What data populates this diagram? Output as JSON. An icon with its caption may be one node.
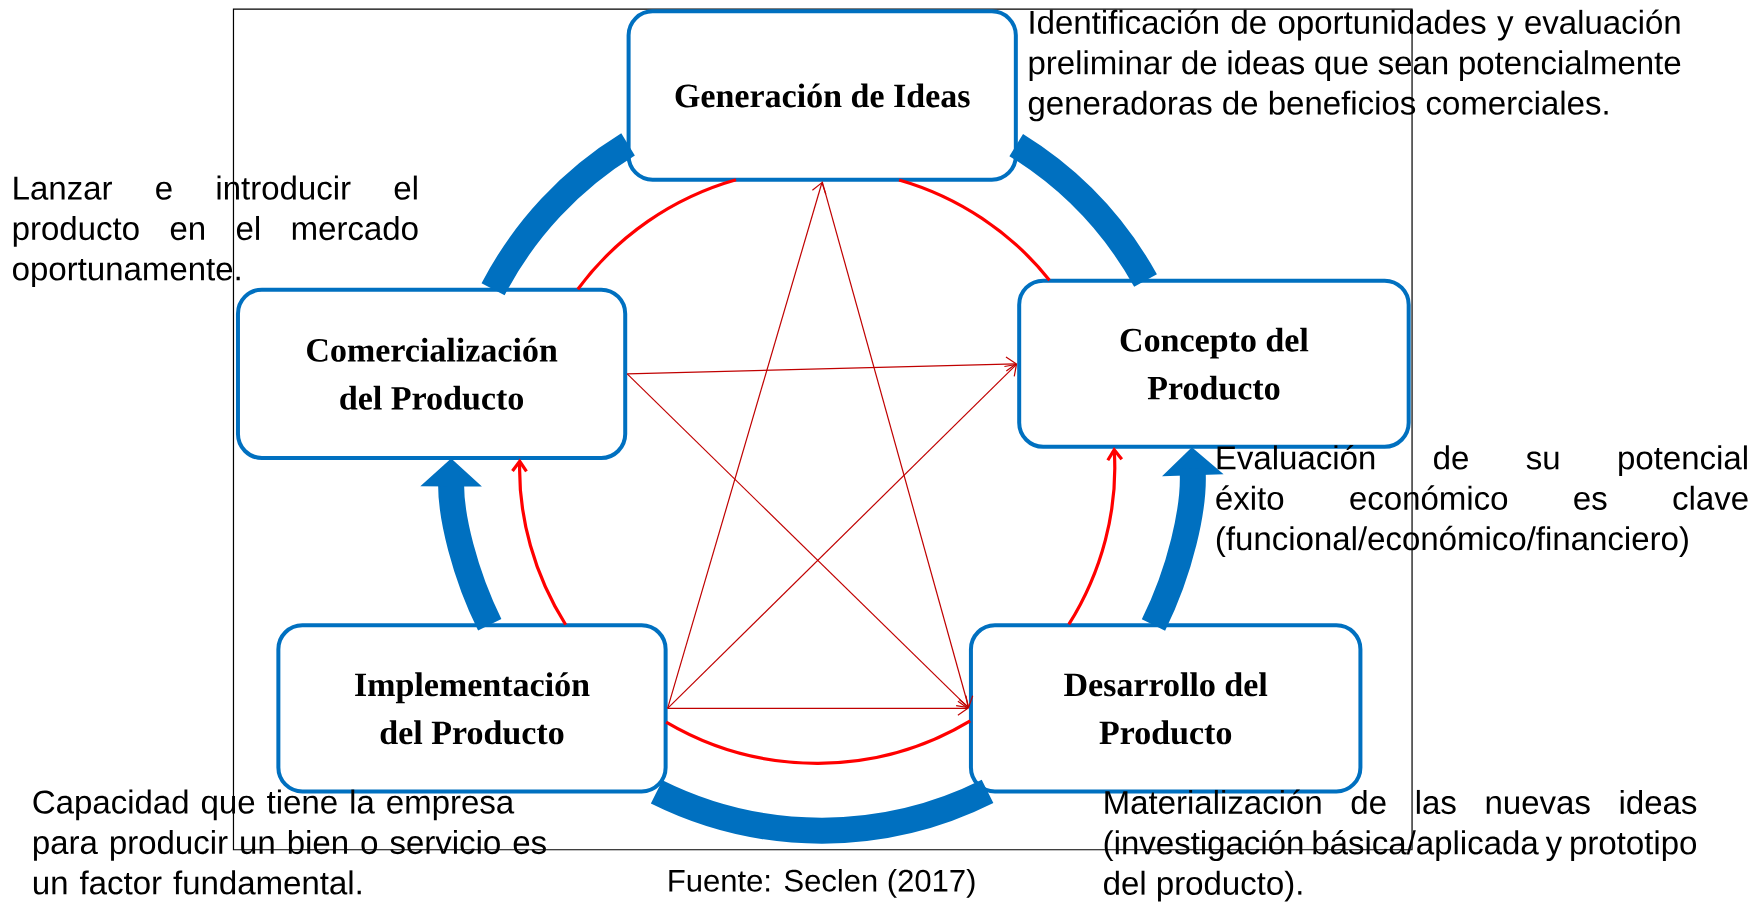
{
  "diagram": {
    "caption": "Fuente: Seclen (2017)",
    "nodes": [
      {
        "text": [
          "Generación de Ideas"
        ],
        "beside": [
          "Identificación de oportunidades y evaluación preliminar de ideas que sean potencialmente generadoras de beneficios comerciales."
        ]
      },
      {
        "text": [
          "Concepto del Producto"
        ],
        "beside": [
          "Evaluación de su potencial éxito económico es clave (funcional/económico/financiero)"
        ]
      },
      {
        "text": [
          "Comercialización del Producto"
        ],
        "beside": [
          "Lanzar e introducir el producto en el mercado oportunamente."
        ]
      },
      {
        "text": [
          "Implementación del Producto"
        ],
        "beside": [
          "Capacidad que tiene la empresa para producir un bien o servicio es un factor fundamental."
        ]
      },
      {
        "text": [
          "Desarrollo del Producto"
        ],
        "beside": [
          "Materialización de las nuevas ideas (investigación básica/aplicada y prototipo del producto)."
        ]
      }
    ],
    "edges": [
      {
        "from": 2,
        "to": 1,
        "arrow": "to"
      },
      {
        "from": 2,
        "to": 4,
        "arrow": "to"
      },
      {
        "from": 3,
        "to": 0,
        "arrow": "to"
      },
      {
        "from": 3,
        "to": 1,
        "arrow": "to"
      },
      {
        "from": 3,
        "to": 4,
        "arrow": "to"
      },
      {
        "from": 0,
        "to": 4,
        "arrow": "to"
      },
      {
        "from": 2,
        "to": 0,
        "arrow": "none",
        "color": "#ff0000"
      },
      {
        "from": 0,
        "to": 1,
        "arrow": "none",
        "color": "#ff0000"
      },
      {
        "from": 4,
        "to": 1,
        "arrow": "to",
        "color": "#ff0000"
      },
      {
        "from": 3,
        "to": 4,
        "arrow": "none",
        "color": "#ff0000"
      },
      {
        "from": 3,
        "to": 2,
        "arrow": "to",
        "color": "#ff0000"
      },
      {
        "from": 2,
        "to": 0,
        "arrow": "none",
        "style": "thick",
        "color": "#0070c0"
      },
      {
        "from": 0,
        "to": 1,
        "arrow": "none",
        "style": "thick",
        "color": "#0070c0"
      },
      {
        "from": 4,
        "to": 1,
        "arrow": "to",
        "style": "thick",
        "color": "#0070c0"
      },
      {
        "from": 4,
        "to": 3,
        "arrow": "none",
        "style": "thick",
        "color": "#0070c0"
      },
      {
        "from": 3,
        "to": 2,
        "arrow": "to",
        "style": "thick",
        "color": "#0070c0"
      }
    ]
  }
}
